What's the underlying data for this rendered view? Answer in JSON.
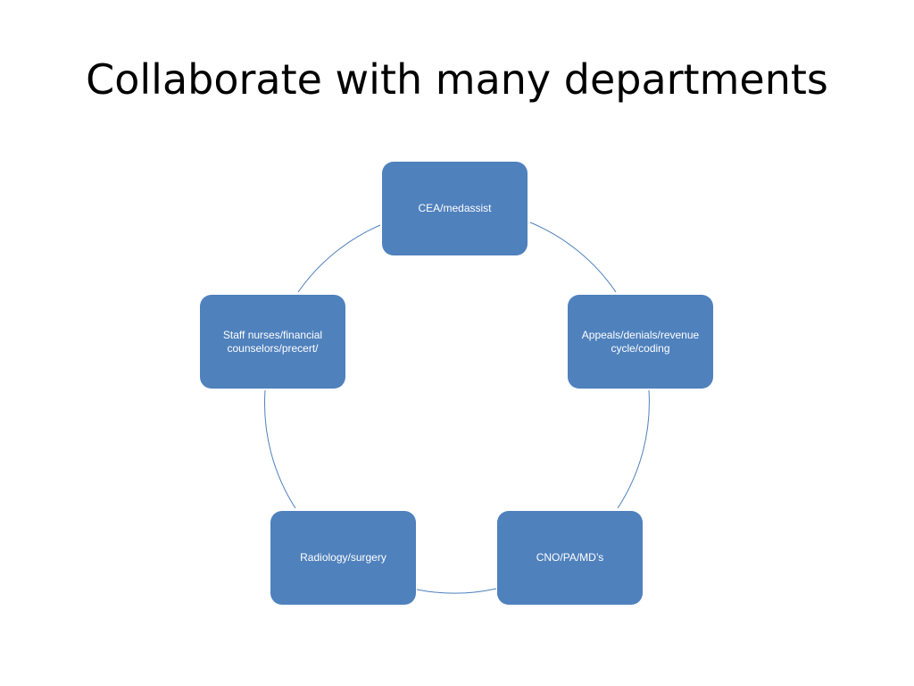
{
  "slide": {
    "title": "Collaborate with many departments"
  },
  "diagram": {
    "type": "basic-cycle",
    "node_color": "#4f81bd",
    "connector_color": "#4f81bd",
    "nodes": [
      {
        "label": "CEA/medassist"
      },
      {
        "label": "Appeals/denials/revenue cycle/coding"
      },
      {
        "label": "CNO/PA/MD’s"
      },
      {
        "label": "Radiology/surgery"
      },
      {
        "label": "Staff nurses/financial counselors/precert/"
      }
    ]
  }
}
